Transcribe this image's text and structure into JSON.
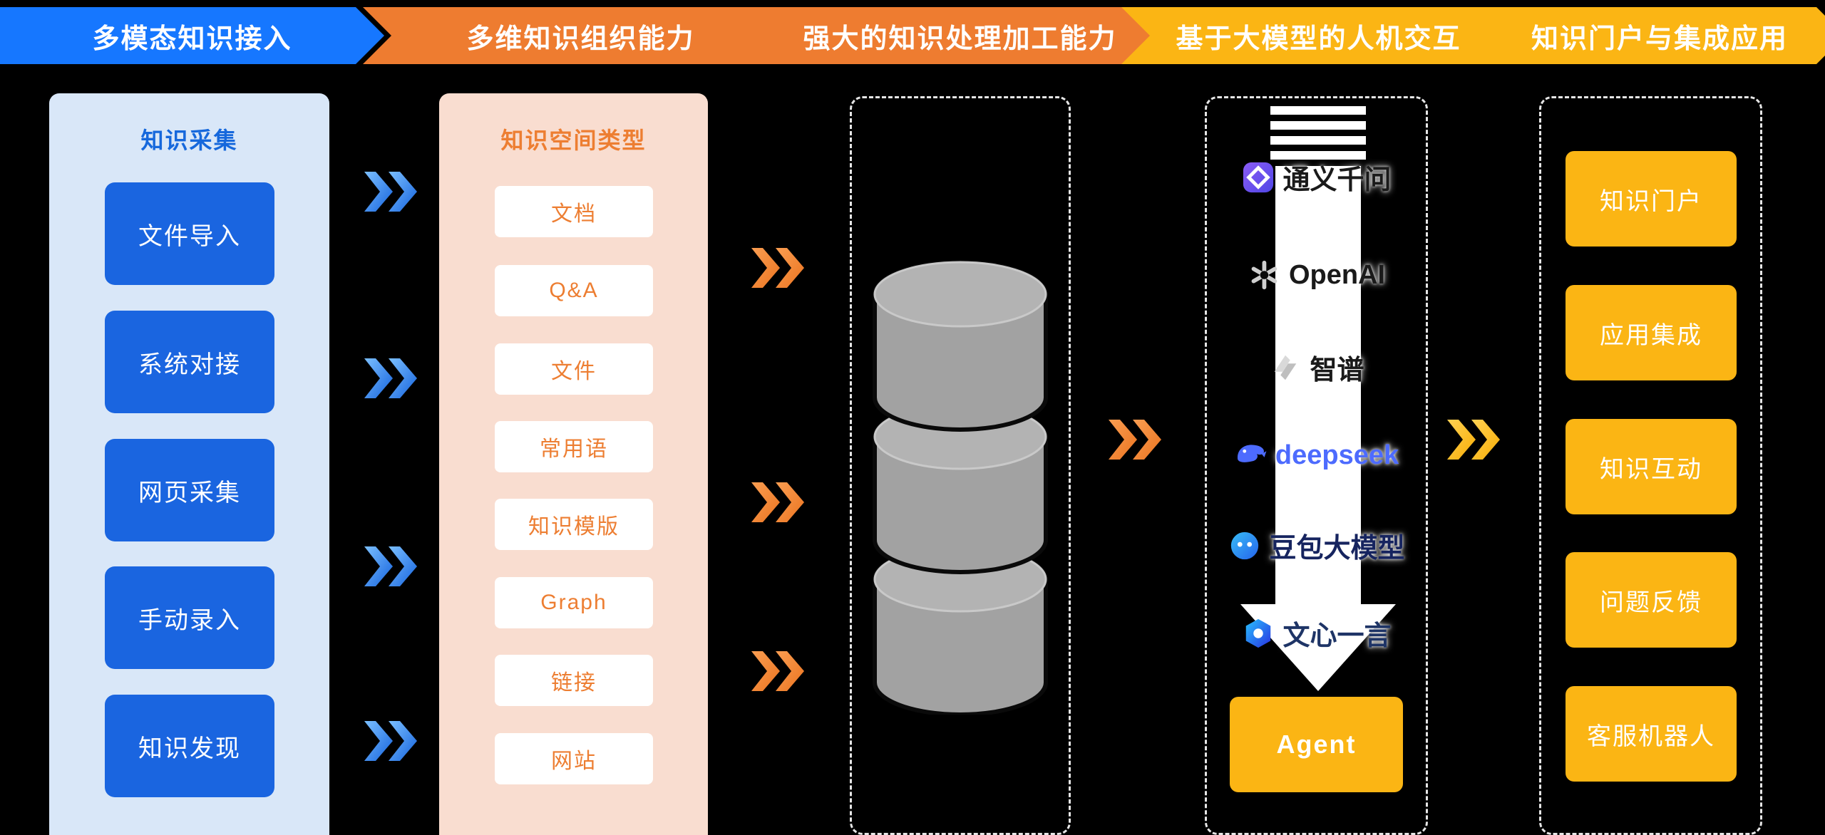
{
  "banners": [
    {
      "label": "多模态知识接入",
      "color": "#1677ff"
    },
    {
      "label": "多维知识组织能力",
      "color": "#ee7c30"
    },
    {
      "label": "强大的知识处理加工能力",
      "color": "#ee7c30"
    },
    {
      "label": "基于大模型的人机交互",
      "color": "#fbb514"
    },
    {
      "label": "知识门户与集成应用",
      "color": "#fbb514"
    }
  ],
  "collection_panel": {
    "title": "知识采集",
    "items": [
      "文件导入",
      "系统对接",
      "网页采集",
      "手动录入",
      "知识发现"
    ]
  },
  "space_panel": {
    "title": "知识空间类型",
    "items": [
      "文档",
      "Q&A",
      "文件",
      "常用语",
      "知识模版",
      "Graph",
      "链接",
      "网站"
    ]
  },
  "processing_panel": {
    "icon": "database-stack-icon"
  },
  "models_panel": {
    "models": [
      {
        "name": "通义千问",
        "icon": "tongyi-qianwen-icon",
        "color": "#1a1a1a"
      },
      {
        "name": "OpenAI",
        "icon": "openai-icon",
        "color": "#1a1a1a"
      },
      {
        "name": "智谱",
        "icon": "zhipu-icon",
        "color": "#1a1a1a"
      },
      {
        "name": "deepseek",
        "icon": "deepseek-icon",
        "color": "#4d6bfe"
      },
      {
        "name": "豆包大模型",
        "icon": "doubao-icon",
        "color": "#16245f"
      },
      {
        "name": "文心一言",
        "icon": "wenxin-icon",
        "color": "#1e3466"
      }
    ],
    "agent_label": "Agent"
  },
  "portal_panel": {
    "items": [
      "知识门户",
      "应用集成",
      "知识互动",
      "问题反馈",
      "客服机器人"
    ]
  },
  "colors": {
    "background": "#000000",
    "node_blue": "#1a65e0",
    "node_yellow": "#fbb514",
    "panel_blue_bg": "#d9e7f8",
    "panel_peach_bg": "#f9ddd0",
    "accent_orange": "#ed7e32",
    "accent_blue": "#1668dc",
    "white": "#ffffff",
    "db_gray": "#a8a8a8"
  }
}
